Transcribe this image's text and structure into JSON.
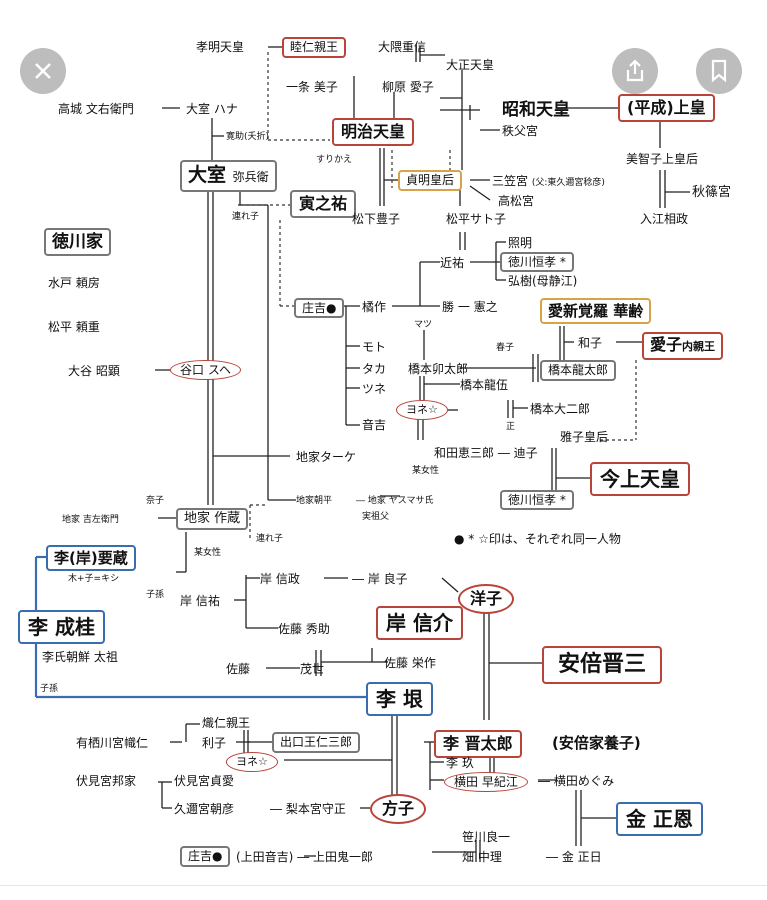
{
  "toolbar": {
    "close_icon": "close-icon",
    "share_icon": "share-icon",
    "bookmark_icon": "bookmark-icon"
  },
  "labels": {
    "koumei": "孝明天皇",
    "mutsuhito": "睦仁親王",
    "okuma": "大隈重信",
    "taisho": "大正天皇",
    "ichijo": "一条 美子",
    "yanagihara": "柳原 愛子",
    "meiji": "明治天皇",
    "showa": "昭和天皇",
    "heisei": "(平成)上皇",
    "chichibu": "秩父宮",
    "michiko": "美智子上皇后",
    "akishino": "秋篠宮",
    "kiko": "入江相政",
    "takagi": "高城 文右衛門",
    "omuro_hana": "大室 ハナ",
    "kansuke": "寛助(夭折)",
    "omuro_main": "大室",
    "yaheiji": "弥兵衛",
    "surikae": "すりかえ",
    "toranosuke": "寅之祐",
    "teimei": "貞明皇后",
    "mikasa": "三笠宮",
    "mikasa_note": "(父:東久邇宮稔彦)",
    "takamatsu": "高松宮",
    "tsureko1": "連れ子",
    "matsushita": "松下豊子",
    "matsudaira_satoko": "松平サト子",
    "tokugawa_ke": "徳川家",
    "shomei": "照明",
    "chikasuke": "近祐",
    "tokugawa_tsunetaka": "徳川恒孝 *",
    "hiroki": "弘樹(母静江)",
    "mito": "水戸 頼房",
    "matsudaira_yorishige": "松平 頼重",
    "shokichi": "庄吉●",
    "hashisaku": "橘作",
    "masaru": "勝 一 憲之",
    "aishin": "愛新覚羅 華齢",
    "matsu": "マツ",
    "kazuko": "和子",
    "aiko": "愛子",
    "aiko_sub": "内親王",
    "oya": "大谷 昭顕",
    "taniguchi": "谷口 スヘ",
    "moto": "モト",
    "taka": "タカ",
    "tsune": "ツネ",
    "haruko": "春子",
    "hashimoto_utaro": "橋本卯太郎",
    "hashimoto_ryutaro": "橋本龍太郎",
    "hashimoto_ryugo": "橋本龍伍",
    "yone1": "ヨネ☆",
    "hashimoto_daijiro": "橋本大二郎",
    "tadashi": "正",
    "otokichi": "音吉",
    "wada": "和田恵三郎 ― 迪子",
    "masako": "雅子皇后",
    "boseisei": "某女性",
    "jike_take": "地家ターケ",
    "imajo": "今上天皇",
    "jike_asahira": "地家朝平",
    "jike_yasumasa": "― 地家 ヤスマサ氏",
    "sofu": "実祖父",
    "tokugawa_tsunetaka2": "徳川恒孝 *",
    "nanako": "奈子",
    "jike_kichizaemon": "地家 吉左衛門",
    "jike_sakuzo": "地家 作蔵",
    "tsureko2": "連れ子",
    "legend": "● * ☆印は、それぞれ同一人物",
    "boseisei2": "某女性",
    "ri_kishi": "李(岸)要蔵",
    "kiko_note": "木+子=キシ",
    "shison1": "子孫",
    "kishi_nobumasa": "岸 信政",
    "kishi_yoshiko": "― 岸 良子",
    "yoko": "洋子",
    "kishi_nobusuke_p": "岸 信祐",
    "ri_seikei": "李 成桂",
    "sato_hidesuke": "佐藤 秀助",
    "kishi_nobusuke": "岸 信介",
    "abe_shinzo": "安倍晋三",
    "rishi": "李氏朝鮮 太祖",
    "sato": "佐藤",
    "moyo": "茂世",
    "sato_eisaku": "佐藤 栄作",
    "shison2": "子孫",
    "ri_kon": "李 垠",
    "taruhito": "熾仁親王",
    "arisugawa": "有栖川宮幟仁",
    "toshiko": "利子",
    "deguchi": "出口王仁三郎",
    "yone2": "ヨネ☆",
    "ri_shintaro": "李 晋太郎",
    "abe_yoshi": "(安倍家養子)",
    "ri_kyu": "李 玖",
    "fushimi": "伏見宮邦家",
    "fushimi_sada": "伏見宮貞愛",
    "yokota_sakie": "横田 早紀江",
    "yokota_megumi": "― 横田めぐみ",
    "kuni": "久邇宮朝彦",
    "nashimoto": "― 梨本宮守正",
    "masako_ri": "方子",
    "kim_jongun": "金 正恩",
    "sasagawa": "笹川良一",
    "shokichi2": "庄吉●",
    "ueda": "(上田音吉) ― 上田鬼一郎",
    "hata": "畑 中理",
    "kim_jongil": "― 金 正日"
  }
}
